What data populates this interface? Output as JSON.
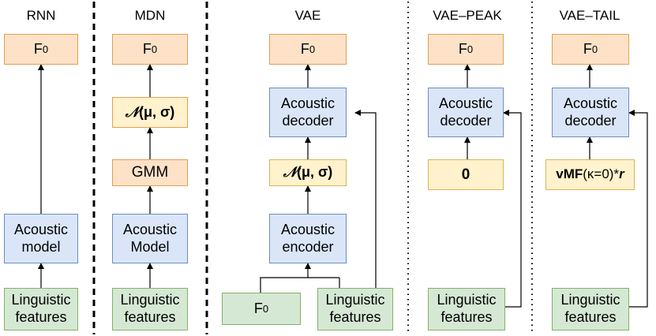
{
  "titles": {
    "rnn": "RNN",
    "mdn": "MDN",
    "vae": "VAE",
    "vae_peak": "VAE–PEAK",
    "vae_tail": "VAE–TAIL"
  },
  "f0": {
    "base": "F",
    "sub": "0"
  },
  "rnn": {
    "acoustic_line1": "Acoustic",
    "acoustic_line2": "model",
    "ling_line1": "Linguistic",
    "ling_line2": "features"
  },
  "mdn": {
    "normal_symbol": "𝒩",
    "normal_args": "(μ, σ)",
    "gmm": "GMM",
    "acoustic_line1": "Acoustic",
    "acoustic_line2": "Model",
    "ling_line1": "Linguistic",
    "ling_line2": "features"
  },
  "vae": {
    "decoder_line1": "Acoustic",
    "decoder_line2": "decoder",
    "normal_symbol": "𝒩",
    "normal_args": "(μ, σ)",
    "encoder_line1": "Acoustic",
    "encoder_line2": "encoder",
    "ling_line1": "Linguistic",
    "ling_line2": "features"
  },
  "vae_peak": {
    "decoder_line1": "Acoustic",
    "decoder_line2": "decoder",
    "zero": "0",
    "ling_line1": "Linguistic",
    "ling_line2": "features"
  },
  "vae_tail": {
    "decoder_line1": "Acoustic",
    "decoder_line2": "decoder",
    "vmf_bold": "vMF",
    "vmf_args": "(κ=0)*",
    "vmf_r": "r",
    "ling_line1": "Linguistic",
    "ling_line2": "features"
  },
  "colors": {
    "orange_fill": "#fde2c8",
    "blue_fill": "#dae6f8",
    "yellow_fill": "#fff2cc",
    "green_fill": "#d5e8d4"
  }
}
